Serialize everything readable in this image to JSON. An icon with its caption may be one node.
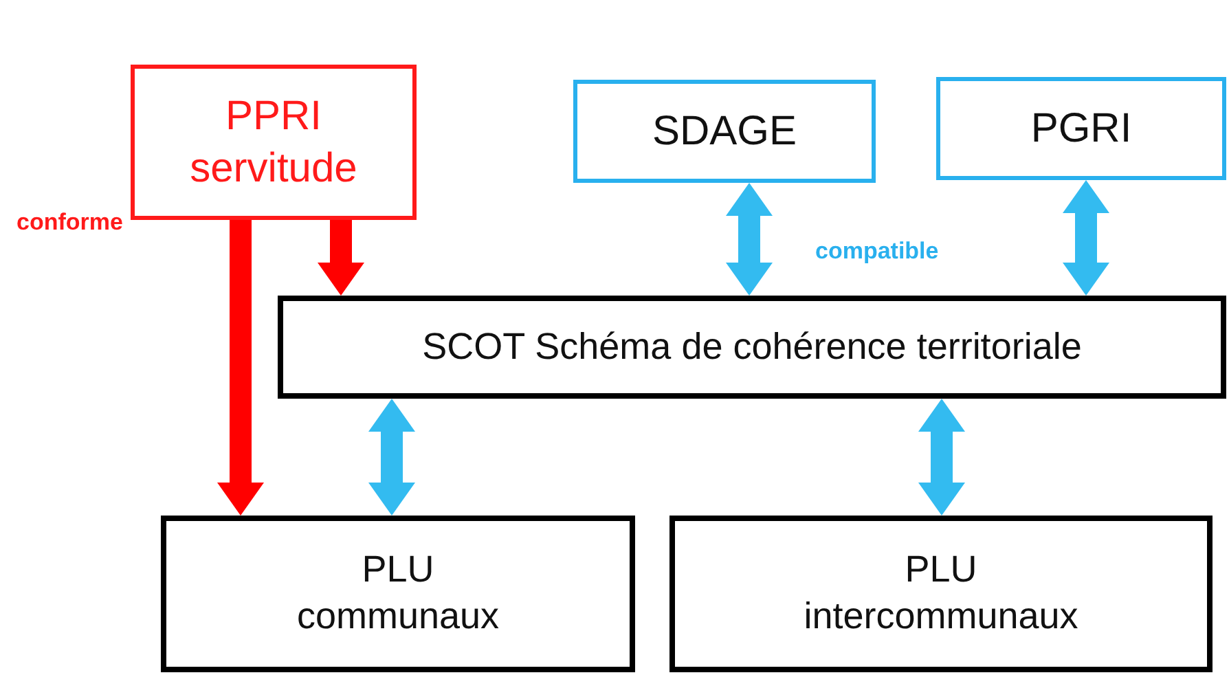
{
  "diagram": {
    "nodes": [
      {
        "text": [
          "PPRI servitude"
        ]
      },
      {
        "text": [
          "SDAGE"
        ]
      },
      {
        "text": [
          "PGRI"
        ]
      },
      {
        "text": [
          "SCOT Schéma de cohérence territoriale"
        ]
      },
      {
        "text": [
          "PLU communaux"
        ]
      },
      {
        "text": [
          "PLU intercommunaux"
        ]
      }
    ],
    "edges": [
      {
        "from": 0,
        "to": 4,
        "arrow": "to",
        "color": "#ff0000"
      },
      {
        "from": 0,
        "to": 3,
        "arrow": "to",
        "color": "#ff0000"
      },
      {
        "from": 1,
        "to": 3,
        "arrow": "both"
      },
      {
        "from": 2,
        "to": 3,
        "arrow": "both"
      },
      {
        "from": 3,
        "to": 4,
        "arrow": "both"
      },
      {
        "from": 3,
        "to": 5,
        "arrow": "both"
      }
    ],
    "labels": [
      "conforme",
      "compatible"
    ]
  }
}
